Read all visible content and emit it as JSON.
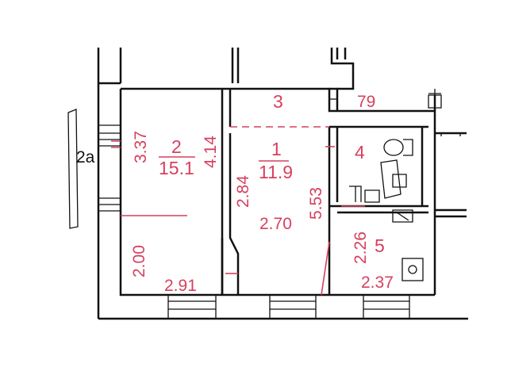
{
  "plan": {
    "rooms": [
      {
        "number": "1",
        "area": "11.9"
      },
      {
        "number": "2",
        "area": "15.1"
      },
      {
        "number": "3"
      },
      {
        "number": "4"
      },
      {
        "number": "5"
      }
    ],
    "balcony_label": "2a",
    "corridor_label": "79",
    "dimensions": {
      "room2_width_top": "3.37",
      "room2_depth": "4.14",
      "room2_lower_height": "2.00",
      "room2_width": "2.91",
      "room1_left": "2.84",
      "room1_depth": "5.53",
      "room1_width": "2.70",
      "room5_height": "2.26",
      "room5_width": "2.37"
    },
    "colors": {
      "annotation": "#d6405e",
      "walls": "#111111"
    }
  }
}
